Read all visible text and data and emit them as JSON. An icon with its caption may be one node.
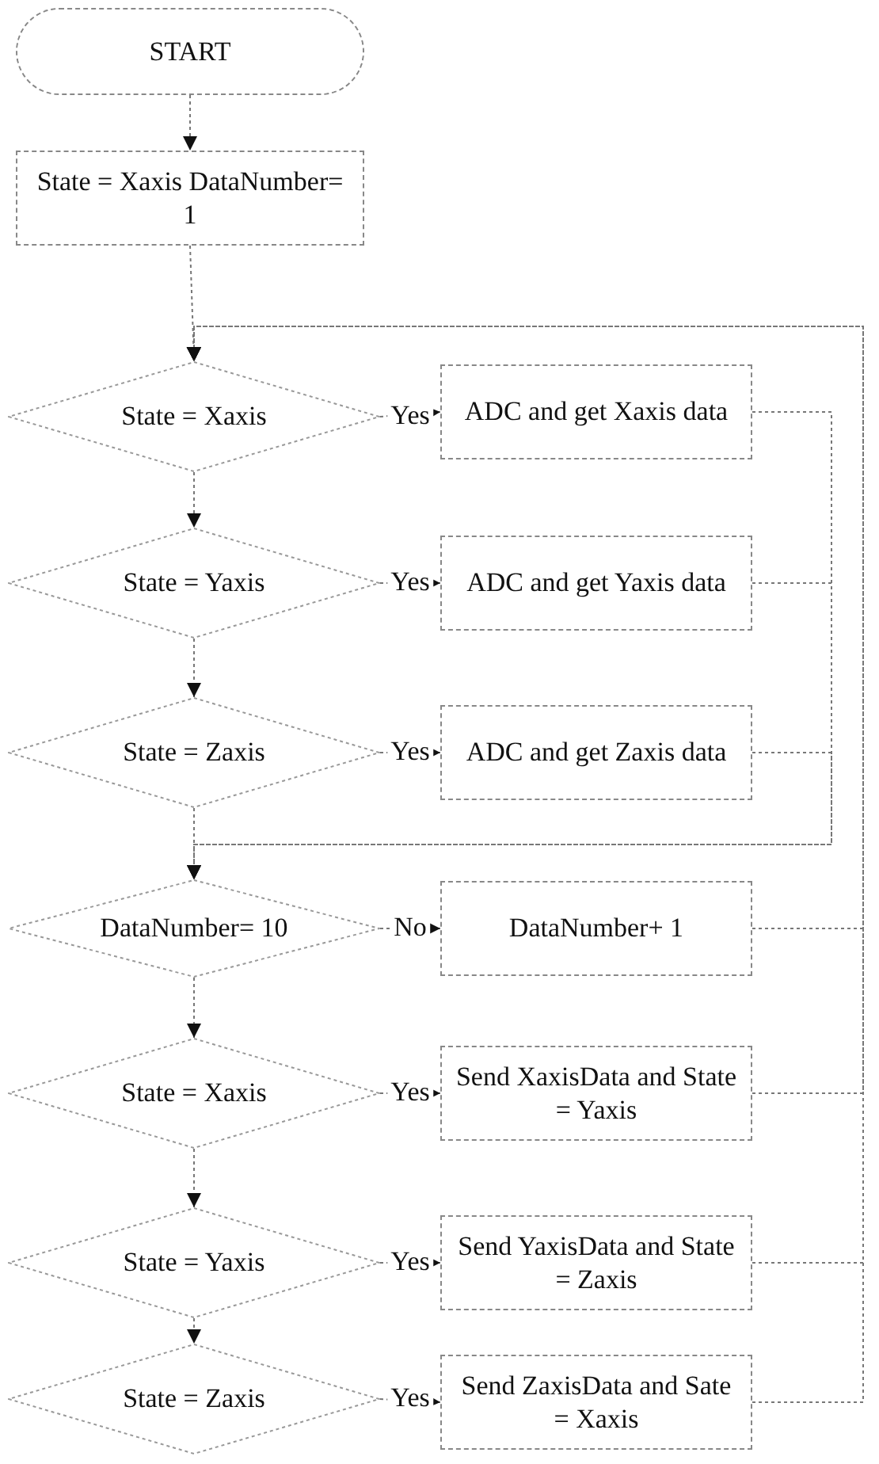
{
  "diagram": {
    "nodes": [
      {
        "text": [
          "START"
        ]
      },
      {
        "text": [
          "State = Xaxis DataNumber= 1"
        ]
      },
      {
        "text": [
          "State = Xaxis"
        ]
      },
      {
        "text": [
          "ADC and get Xaxis data"
        ]
      },
      {
        "text": [
          "State = Yaxis"
        ]
      },
      {
        "text": [
          "ADC and get Yaxis data"
        ]
      },
      {
        "text": [
          "State = Zaxis"
        ]
      },
      {
        "text": [
          "ADC and get Zaxis data"
        ]
      },
      {
        "text": [
          "DataNumber= 10"
        ]
      },
      {
        "text": [
          "DataNumber+ 1"
        ]
      },
      {
        "text": [
          "State = Xaxis"
        ]
      },
      {
        "text": [
          "Send XaxisData and State = Yaxis"
        ]
      },
      {
        "text": [
          "State = Yaxis"
        ]
      },
      {
        "text": [
          "Send YaxisData and State = Zaxis"
        ]
      },
      {
        "text": [
          "State = Zaxis"
        ]
      },
      {
        "text": [
          "Send ZaxisData and Sate = Xaxis"
        ]
      }
    ],
    "edges": [
      {
        "from": 0,
        "to": 1,
        "arrow": "to"
      },
      {
        "from": 1,
        "to": 2,
        "arrow": "to"
      },
      {
        "from": 2,
        "to": 3,
        "arrow": "to",
        "label": "Yes"
      },
      {
        "from": 2,
        "to": 4,
        "arrow": "to"
      },
      {
        "from": 4,
        "to": 5,
        "arrow": "to",
        "label": "Yes"
      },
      {
        "from": 4,
        "to": 6,
        "arrow": "to"
      },
      {
        "from": 6,
        "to": 7,
        "arrow": "to",
        "label": "Yes"
      },
      {
        "from": 6,
        "to": 8,
        "arrow": "to"
      },
      {
        "from": 3,
        "to": 8,
        "arrow": "to"
      },
      {
        "from": 5,
        "to": 8,
        "arrow": "to"
      },
      {
        "from": 7,
        "to": 8,
        "arrow": "to"
      },
      {
        "from": 8,
        "to": 9,
        "arrow": "to",
        "label": "No"
      },
      {
        "from": 8,
        "to": 10,
        "arrow": "to"
      },
      {
        "from": 10,
        "to": 11,
        "arrow": "to",
        "label": "Yes"
      },
      {
        "from": 10,
        "to": 12,
        "arrow": "to"
      },
      {
        "from": 12,
        "to": 13,
        "arrow": "to",
        "label": "Yes"
      },
      {
        "from": 12,
        "to": 14,
        "arrow": "to"
      },
      {
        "from": 14,
        "to": 15,
        "arrow": "to",
        "label": "Yes"
      },
      {
        "from": 9,
        "to": 2,
        "arrow": "to"
      },
      {
        "from": 11,
        "to": 2,
        "arrow": "to"
      },
      {
        "from": 13,
        "to": 2,
        "arrow": "to"
      },
      {
        "from": 15,
        "to": 2,
        "arrow": "to"
      }
    ]
  }
}
